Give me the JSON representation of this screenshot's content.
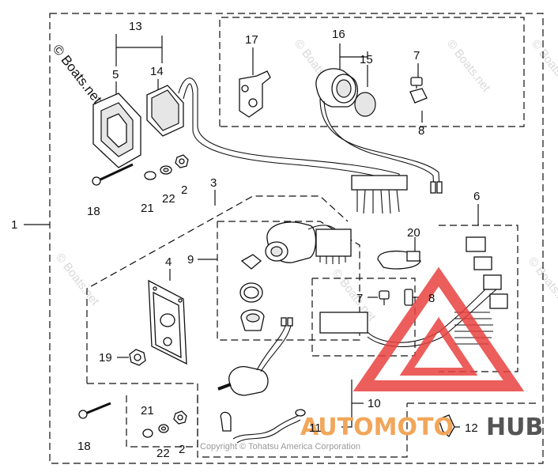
{
  "watermark": {
    "main": "© Boats.net",
    "repeat": "© Boats.net",
    "copyright": "Copyright © Tohatsu America Corporation"
  },
  "brand": {
    "left": "AUTOMOTO",
    "right": "HUB",
    "accent_color": "#f2a65a",
    "triangle_color": "#e8423f",
    "dark_color": "#555555"
  },
  "callouts": {
    "c1": "1",
    "c2a": "2",
    "c2b": "2",
    "c3": "3",
    "c4": "4",
    "c5": "5",
    "c6": "6",
    "c7a": "7",
    "c7b": "7",
    "c8a": "8",
    "c8b": "8",
    "c9": "9",
    "c10": "10",
    "c11": "11",
    "c12": "12",
    "c13": "13",
    "c14": "14",
    "c15": "15",
    "c16": "16",
    "c17": "17",
    "c18a": "18",
    "c18b": "18",
    "c19": "19",
    "c20": "20",
    "c21a": "21",
    "c21b": "21",
    "c22a": "22",
    "c22b": "22"
  }
}
